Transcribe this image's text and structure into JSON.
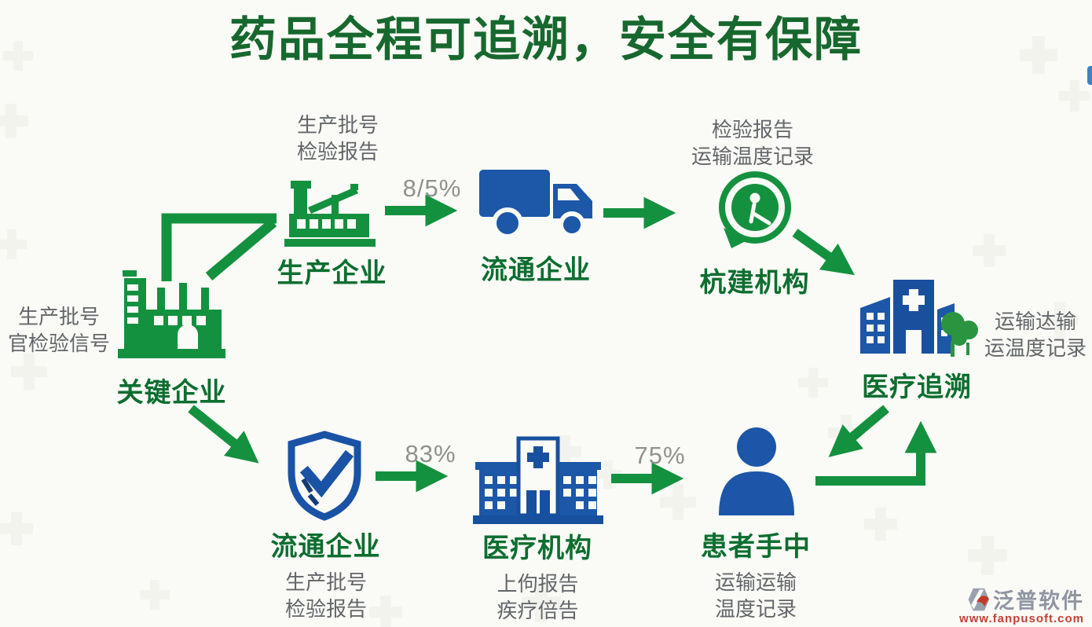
{
  "title": "药品全程可追溯，安全有保障",
  "colors": {
    "green": "#14913f",
    "green_dark_label": "#0c6e30",
    "title_green": "#17682e",
    "blue": "#1c57a8",
    "note_gray": "#63676a",
    "percent_gray": "#8e928e",
    "logo_gray": "#8f95a1",
    "logo_red": "#c44134"
  },
  "nodes": {
    "producer": {
      "label": "生产企业",
      "note_line1": "生产批号",
      "note_line2": "检验报告"
    },
    "distributor_top": {
      "label": "流通企业"
    },
    "inspector": {
      "label": "杭建机构",
      "note_line1": "检验报告",
      "note_line2": "运输温度记录"
    },
    "medical_trace": {
      "label": "医疗追溯",
      "side_line1": "运输迏输",
      "side_line2": "运温度记录"
    },
    "key_enterprise": {
      "label": "关键企业",
      "note_line1": "生产批号",
      "note_line2": "官检验信号"
    },
    "distributor_bottom": {
      "label": "流通企业",
      "note_line1": "生产批号",
      "note_line2": "检验报告"
    },
    "hospital": {
      "label": "医疗机构",
      "note_line1": "上佝报告",
      "note_line2": "疾疗倍告"
    },
    "patient": {
      "label": "患者手中",
      "note_line1": "运输运输",
      "note_line2": "温度记录"
    }
  },
  "percentages": {
    "producer_to_distributor": "8/5%",
    "distributor_to_hospital": "83%",
    "hospital_to_patient": "75%"
  },
  "icons": {
    "producer": "factory-icon",
    "distributor_top": "truck-icon",
    "inspector": "inspection-bubble-icon",
    "medical_trace": "hospital-buildings-icon",
    "key_enterprise": "factory-icon",
    "distributor_bottom": "shield-check-icon",
    "hospital": "hospital-icon",
    "patient": "person-icon"
  },
  "logo": {
    "brand": "泛普软件",
    "website": "www.fanpusoft.com"
  }
}
